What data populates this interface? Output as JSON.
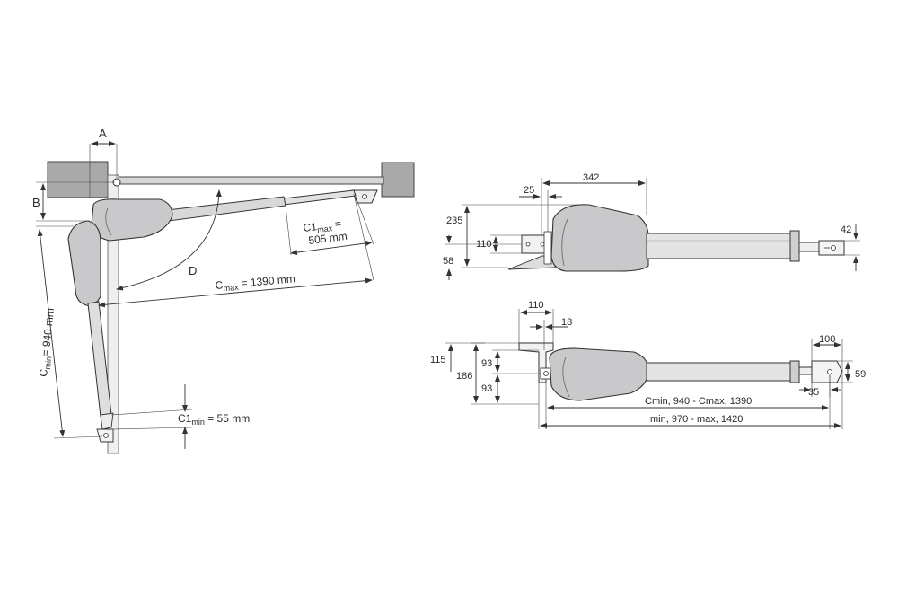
{
  "left_view": {
    "label_a": "A",
    "label_b": "B",
    "label_d": "D",
    "c1max_line1": "C1",
    "c1max_sub": "max",
    "c1max_eq": " =",
    "c1max_line2": "505 mm",
    "cmax_main": "C",
    "cmax_sub": "max",
    "cmax_rest": " = 1390 mm",
    "cmin_main": "C",
    "cmin_sub": "min",
    "cmin_rest": "= 940 mm",
    "c1min_main": "C1",
    "c1min_sub": "min",
    "c1min_rest": " = 55 mm"
  },
  "top_view": {
    "dim_342": "342",
    "dim_25": "25",
    "dim_235": "235",
    "dim_110": "110",
    "dim_58": "58",
    "dim_42": "42"
  },
  "bottom_view": {
    "dim_110": "110",
    "dim_18": "18",
    "dim_115": "115",
    "dim_186": "186",
    "dim_93a": "93",
    "dim_93b": "93",
    "dim_100": "100",
    "dim_59": "59",
    "dim_35": "35",
    "cmin_cmax": "Cmin, 940 - Cmax, 1390",
    "min_max": "min, 970 - max, 1420"
  }
}
